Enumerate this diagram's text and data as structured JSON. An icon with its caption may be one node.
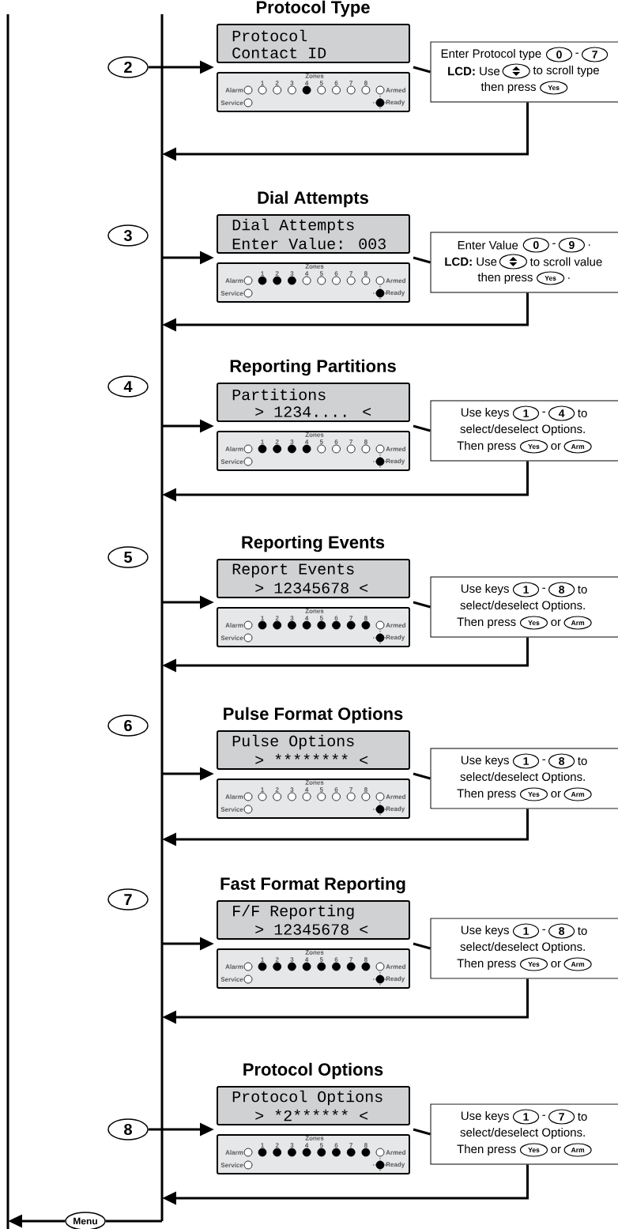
{
  "diagram": {
    "nodes": [
      {
        "text": [
          "2"
        ]
      },
      {
        "text": [
          "Protocol Type",
          "Protocol",
          "Contact ID"
        ]
      },
      {
        "text": [
          "Zones",
          "1",
          "2",
          "3",
          "4",
          "5",
          "6",
          "7",
          "8",
          "Alarm",
          "Armed",
          "Service",
          "Ready"
        ]
      },
      {
        "text": [
          "Enter Protocol type",
          "-",
          "**LCD:** Use",
          "to scroll type",
          "then press"
        ]
      },
      {
        "text": [
          "0"
        ],
        "in": 3
      },
      {
        "text": [
          "7"
        ],
        "in": 3
      },
      {
        "text": [],
        "shape": "circle",
        "in": 3
      },
      {
        "text": [
          "Yes"
        ],
        "in": 3
      },
      {
        "text": [
          "3"
        ]
      },
      {
        "text": [
          "Dial Attempts",
          "Dial Attempts",
          "Enter Value: 003"
        ]
      },
      {
        "text": [
          "Zones",
          "1",
          "2",
          "3",
          "4",
          "5",
          "6",
          "7",
          "8",
          "Alarm",
          "Armed",
          "Service",
          "Ready"
        ]
      },
      {
        "text": [
          "Enter Value",
          "-",
          ".",
          "**LCD:** Use",
          "to scroll value",
          "then press",
          "."
        ]
      },
      {
        "text": [
          "0"
        ],
        "in": 11
      },
      {
        "text": [
          "9"
        ],
        "in": 11
      },
      {
        "text": [],
        "shape": "circle",
        "in": 11
      },
      {
        "text": [
          "Yes"
        ],
        "in": 11
      },
      {
        "text": [
          "4"
        ]
      },
      {
        "text": [
          "Reporting Partitions",
          "Partitions",
          "> 1234.... <"
        ]
      },
      {
        "text": [
          "Zones",
          "1",
          "2",
          "3",
          "4",
          "5",
          "6",
          "7",
          "8",
          "Alarm",
          "Armed",
          "Service",
          "Ready"
        ]
      },
      {
        "text": [
          "Use keys",
          "-",
          "to",
          "select/deselect Options.",
          "Then press",
          "or"
        ]
      },
      {
        "text": [
          "1"
        ],
        "in": 19
      },
      {
        "text": [
          "4"
        ],
        "in": 19
      },
      {
        "text": [
          "Yes"
        ],
        "in": 19
      },
      {
        "text": [
          "Arm"
        ],
        "in": 19
      },
      {
        "text": [
          "5"
        ]
      },
      {
        "text": [
          "Reporting Events",
          "Report Events",
          "> 12345678 <"
        ]
      },
      {
        "text": [
          "Zones",
          "1",
          "2",
          "3",
          "4",
          "5",
          "6",
          "7",
          "8",
          "Alarm",
          "Armed",
          "Service",
          "Ready"
        ]
      },
      {
        "text": [
          "Use keys",
          "-",
          "to",
          "select/deselect Options.",
          "Then press",
          "or"
        ]
      },
      {
        "text": [
          "1"
        ],
        "in": 27
      },
      {
        "text": [
          "8"
        ],
        "in": 27
      },
      {
        "text": [
          "Yes"
        ],
        "in": 27
      },
      {
        "text": [
          "Arm"
        ],
        "in": 27
      },
      {
        "text": [
          "6"
        ]
      },
      {
        "text": [
          "Pulse Format Options",
          "Pulse Options",
          "> ******** <"
        ]
      },
      {
        "text": [
          "Zones",
          "1",
          "2",
          "3",
          "4",
          "5",
          "6",
          "7",
          "8",
          "Alarm",
          "Armed",
          "Service",
          "Ready"
        ]
      },
      {
        "text": [
          "Use keys",
          "-",
          "to",
          "select/deselect Options.",
          "Then press",
          "or"
        ]
      },
      {
        "text": [
          "1"
        ],
        "in": 35
      },
      {
        "text": [
          "8"
        ],
        "in": 35
      },
      {
        "text": [
          "Yes"
        ],
        "in": 35
      },
      {
        "text": [
          "Arm"
        ],
        "in": 35
      },
      {
        "text": [
          "7"
        ]
      },
      {
        "text": [
          "Fast Format Reporting",
          "F/F Reporting",
          "> 12345678 <"
        ]
      },
      {
        "text": [
          "Zones",
          "1",
          "2",
          "3",
          "4",
          "5",
          "6",
          "7",
          "8",
          "Alarm",
          "Armed",
          "Service",
          "Ready"
        ]
      },
      {
        "text": [
          "Use keys",
          "-",
          "to",
          "select/deselect Options.",
          "Then press",
          "or"
        ]
      },
      {
        "text": [
          "1"
        ],
        "in": 43
      },
      {
        "text": [
          "8"
        ],
        "in": 43
      },
      {
        "text": [
          "Yes"
        ],
        "in": 43
      },
      {
        "text": [
          "Arm"
        ],
        "in": 43
      },
      {
        "text": [
          "8"
        ]
      },
      {
        "text": [
          "Protocol Options",
          "Protocol Options",
          "> *2****** <"
        ]
      },
      {
        "text": [
          "Zones",
          "1",
          "2",
          "3",
          "4",
          "5",
          "6",
          "7",
          "8",
          "Alarm",
          "Armed",
          "Service",
          "Ready"
        ]
      },
      {
        "text": [
          "Use keys",
          "-",
          "to",
          "select/deselect Options.",
          "Then press",
          "or"
        ]
      },
      {
        "text": [
          "1"
        ],
        "in": 51
      },
      {
        "text": [
          "7"
        ],
        "in": 51
      },
      {
        "text": [
          "Yes"
        ],
        "in": 51
      },
      {
        "text": [
          "Arm"
        ],
        "in": 51
      },
      {
        "text": [
          "Menu"
        ]
      }
    ],
    "edges": [
      {
        "from": 0,
        "to": 1,
        "arrow": "to"
      },
      {
        "from": 1,
        "to": 3,
        "arrow": "none"
      },
      {
        "from": 3,
        "to": null,
        "arrow": "to"
      },
      {
        "from": null,
        "to": 9,
        "arrow": "to"
      },
      {
        "from": 9,
        "to": 11,
        "arrow": "none"
      },
      {
        "from": 11,
        "to": null,
        "arrow": "to"
      },
      {
        "from": null,
        "to": 17,
        "arrow": "to"
      },
      {
        "from": 17,
        "to": 19,
        "arrow": "none"
      },
      {
        "from": 19,
        "to": null,
        "arrow": "to"
      },
      {
        "from": null,
        "to": 25,
        "arrow": "to"
      },
      {
        "from": 25,
        "to": 27,
        "arrow": "none"
      },
      {
        "from": 27,
        "to": null,
        "arrow": "to"
      },
      {
        "from": null,
        "to": 33,
        "arrow": "to"
      },
      {
        "from": 33,
        "to": 35,
        "arrow": "none"
      },
      {
        "from": 35,
        "to": null,
        "arrow": "to"
      },
      {
        "from": null,
        "to": 41,
        "arrow": "to"
      },
      {
        "from": 41,
        "to": 43,
        "arrow": "none"
      },
      {
        "from": 43,
        "to": null,
        "arrow": "to"
      },
      {
        "from": 48,
        "to": 49,
        "arrow": "to"
      },
      {
        "from": 49,
        "to": 51,
        "arrow": "none"
      },
      {
        "from": 51,
        "to": null,
        "arrow": "to"
      },
      {
        "from": null,
        "to": 56,
        "arrow": "none"
      },
      {
        "from": 56,
        "to": null,
        "arrow": "to"
      }
    ]
  }
}
